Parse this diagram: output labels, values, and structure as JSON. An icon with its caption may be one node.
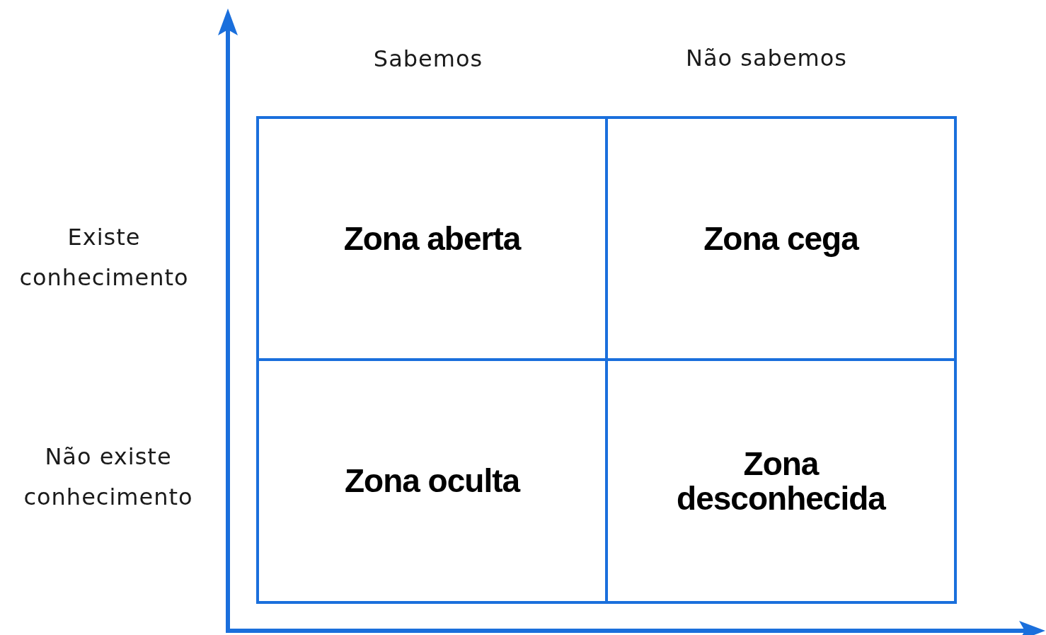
{
  "diagram": {
    "nodes": [
      {
        "text": [
          "Zona aberta"
        ]
      },
      {
        "text": [
          "Zona cega"
        ]
      },
      {
        "text": [
          "Zona oculta"
        ]
      },
      {
        "text": [
          "Zona desconhecida"
        ]
      }
    ],
    "labels": [
      "Sabemos",
      "Não sabemos",
      "Existe conhecimento",
      "Não existe conhecimento"
    ]
  }
}
